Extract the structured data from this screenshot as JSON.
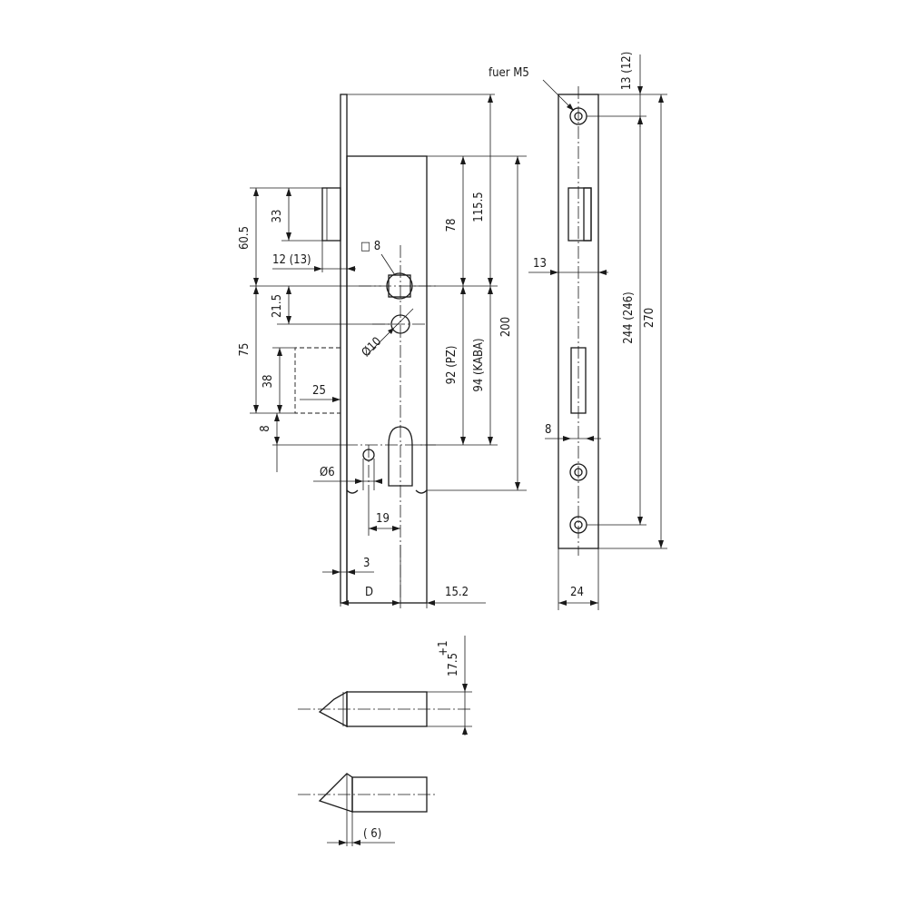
{
  "labels": {
    "fuer_m5": "fuer M5",
    "d_13_12": "13 (12)",
    "d_115_5": "115.5",
    "d_78": "78",
    "d_200": "200",
    "d_33": "33",
    "d_60_5": "60.5",
    "d_sq8": "□ 8",
    "d_12_13": "12 (13)",
    "d_21_5": "21.5",
    "d_75": "75",
    "d_38": "38",
    "d_25": "25",
    "d_dia10": "Ø10",
    "d_92pz": "92 (PZ)",
    "d_94kaba": "94 (KABA)",
    "d_8_left": "8",
    "d_dia6": "Ø6",
    "d_19": "19",
    "d_3": "3",
    "d_D": "D",
    "d_15_2": "15.2",
    "d_13_right": "13",
    "d_244": "244 (246)",
    "d_270": "270",
    "d_8_right": "8",
    "d_24": "24",
    "d_17_5": "17.5",
    "d_tol": "+1",
    "d_6": "( 6)"
  }
}
